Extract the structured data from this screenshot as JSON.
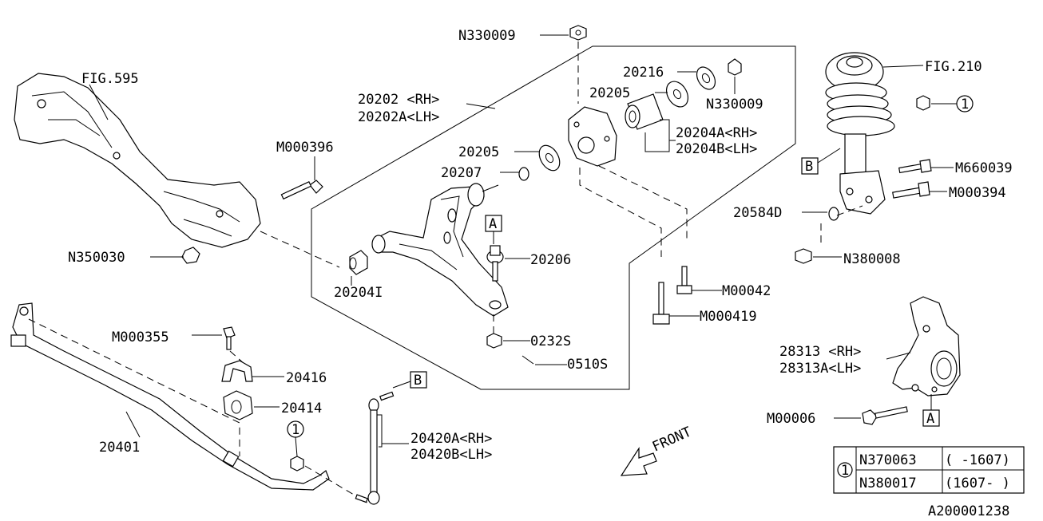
{
  "diagram_id": "A200001238",
  "front_label": "FRONT",
  "callouts": {
    "fig595": "FIG.595",
    "fig210": "FIG.210",
    "n330009_top": "N330009",
    "n330009_r": "N330009",
    "arm_rh": "20202 <RH>",
    "arm_lh": "20202A<LH>",
    "p20216": "20216",
    "p20205_a": "20205",
    "p20204a": "20204A<RH>",
    "p20204b": "20204B<LH>",
    "p20205_b": "20205",
    "p20207": "20207",
    "m000396": "M000396",
    "n350030": "N350030",
    "p20206": "20206",
    "p20204i": "20204I",
    "p0232s": "0232S",
    "p0510s": "0510S",
    "m00042": "M00042",
    "m000419": "M000419",
    "m660039": "M660039",
    "m000394": "M000394",
    "p20584d": "20584D",
    "n380008": "N380008",
    "m000355": "M000355",
    "p20416": "20416",
    "p20414": "20414",
    "p20401": "20401",
    "p20420a": "20420A<RH>",
    "p20420b": "20420B<LH>",
    "p28313": "28313 <RH>",
    "p28313a": "28313A<LH>",
    "m00006": "M00006"
  },
  "ref_marks": {
    "a": "A",
    "b": "B",
    "circle_one": "1"
  },
  "variant_table": {
    "marker": "1",
    "rows": [
      {
        "part": "N370063",
        "range": "( -1607)"
      },
      {
        "part": "N380017",
        "range": "(1607- )"
      }
    ]
  }
}
